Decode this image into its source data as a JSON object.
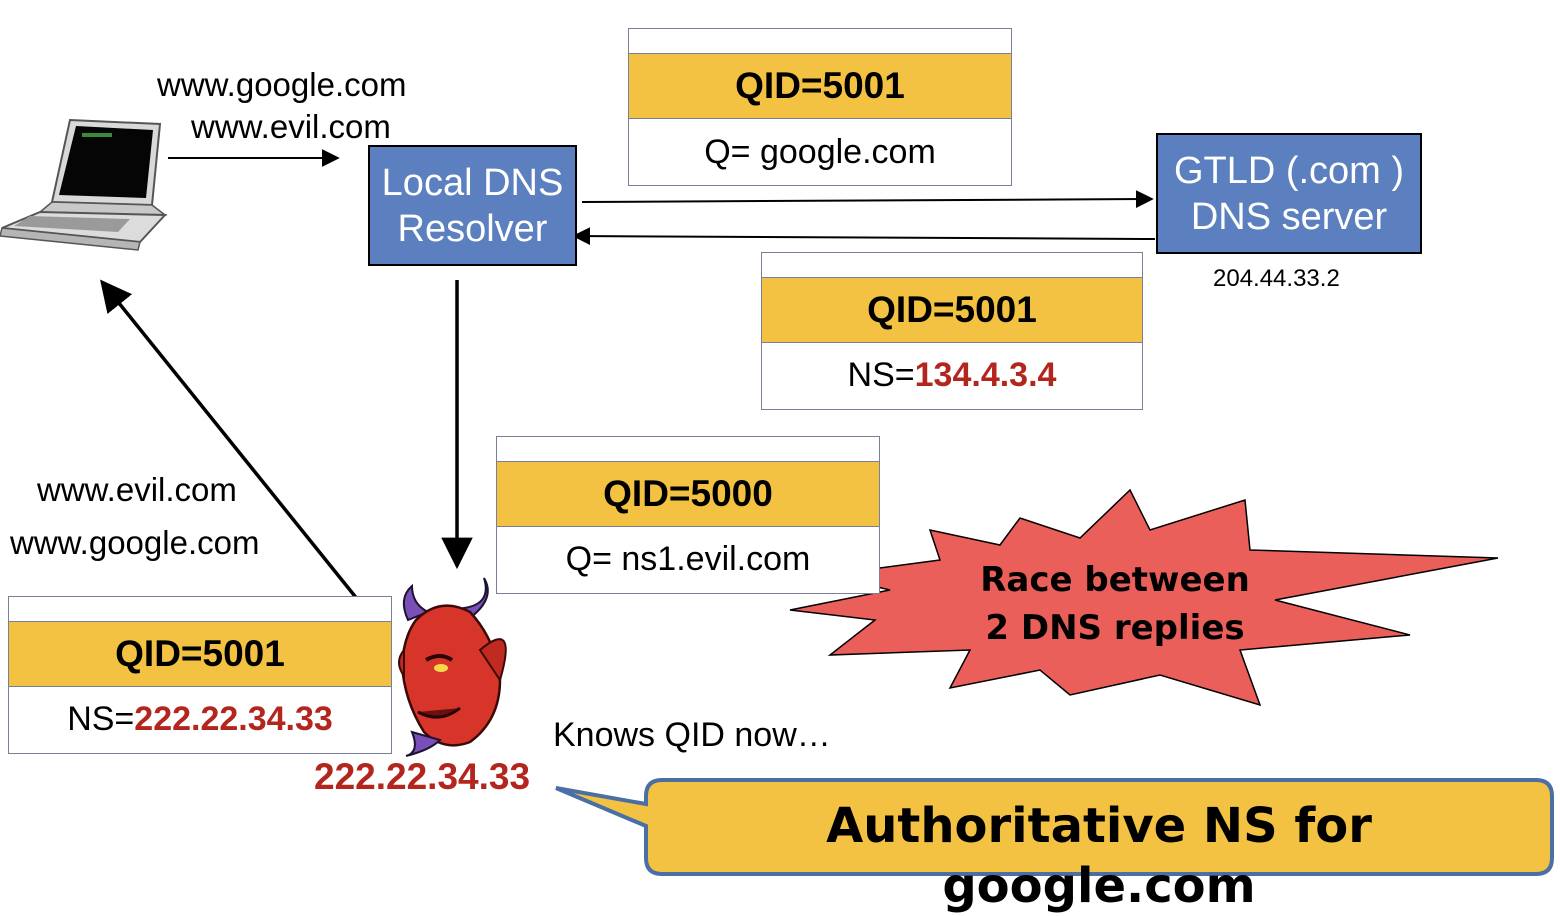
{
  "client": {
    "queries": [
      "www.google.com",
      "www.evil.com"
    ],
    "received": [
      "www.evil.com",
      "www.google.com"
    ]
  },
  "resolver": {
    "line1": "Local DNS",
    "line2": "Resolver"
  },
  "gtld": {
    "line1": "GTLD (.com )",
    "line2": "DNS server",
    "ip": "204.44.33.2"
  },
  "packets": {
    "query_to_gtld": {
      "qid": "QID=5001",
      "body": "Q= google.com"
    },
    "reply_from_gtld": {
      "qid": "QID=5001",
      "prefix": "NS=",
      "value": "134.4.3.4"
    },
    "query_to_attacker": {
      "qid": "QID=5000",
      "body": "Q= ns1.evil.com"
    },
    "forged_reply": {
      "qid": "QID=5001",
      "prefix": "NS=",
      "value": "222.22.34.33"
    }
  },
  "attacker": {
    "ip": "222.22.34.33",
    "note": "Knows QID now…"
  },
  "burst": {
    "line1": "Race between",
    "line2": "2 DNS replies"
  },
  "callout": {
    "text": "Authoritative NS for google.com"
  },
  "colors": {
    "node": "#5b7fbf",
    "header": "#f4c242",
    "red": "#b3261e",
    "burst": "#eb5f5a",
    "callout": "#f4c242"
  }
}
